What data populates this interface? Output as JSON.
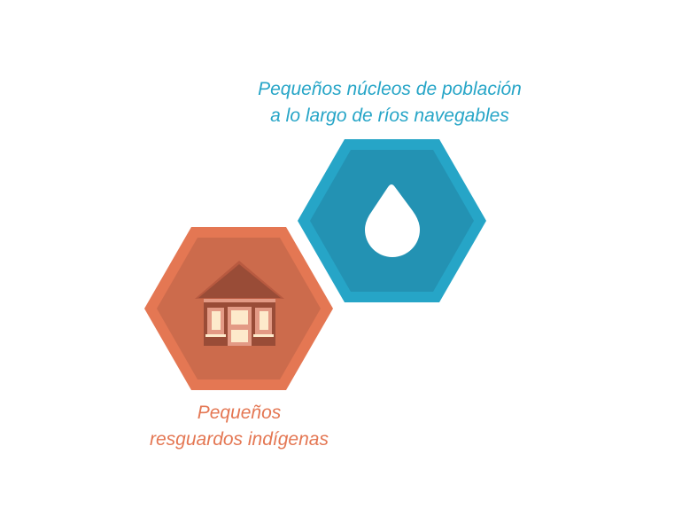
{
  "colors": {
    "blue_outer": "#26a5c7",
    "blue_inner": "#2392b3",
    "orange_outer": "#e47753",
    "orange_inner": "#cc6b4c",
    "roof": "#994c37",
    "window_frame": "#e39a85",
    "window_glass": "#fdeacb"
  },
  "rivers": {
    "icon": "water-drop-icon",
    "line1": "Pequeños núcleos de población",
    "line2": "a lo largo de ríos navegables"
  },
  "indigenous": {
    "icon": "house-icon",
    "line1": "Pequeños",
    "line2": "resguardos indígenas"
  }
}
